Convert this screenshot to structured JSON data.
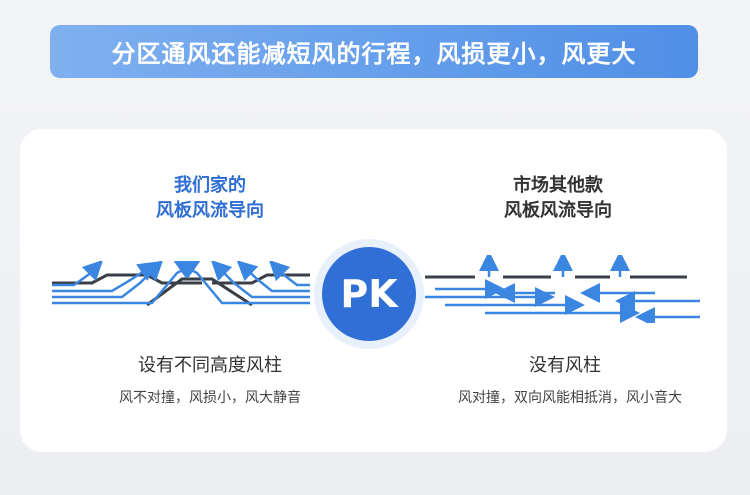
{
  "banner": {
    "text": "分区通风还能减短风的行程，风损更小，风更大"
  },
  "left": {
    "title_line1": "我们家的",
    "title_line2": "风板风流导向",
    "subtitle": "设有不同高度风柱",
    "caption": "风不对撞，风损小，风大静音"
  },
  "center": {
    "badge": "PK"
  },
  "right": {
    "title_line1": "市场其他款",
    "title_line2": "风板风流导向",
    "subtitle": "没有风柱",
    "caption": "风对撞，双向风能相抵消，风小音大"
  },
  "colors": {
    "accent": "#2f6fd6",
    "arrow_blue": "#3a86e0",
    "banner_start": "#7fb0f0",
    "banner_end": "#4f8fe6"
  }
}
